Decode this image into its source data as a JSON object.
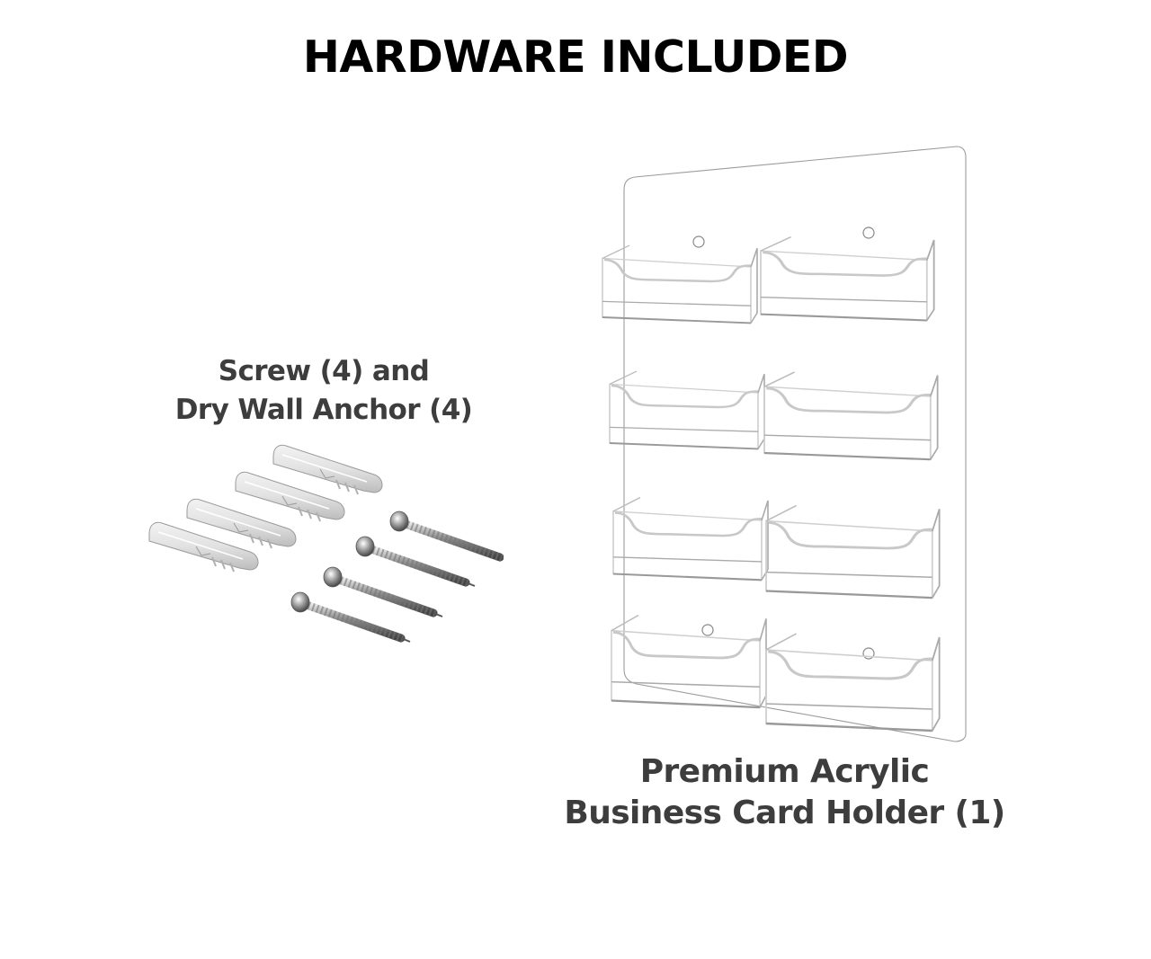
{
  "header": {
    "title": "HARDWARE INCLUDED"
  },
  "hardware": {
    "caption_line1": "Screw (4) and",
    "caption_line2": "Dry Wall Anchor (4)",
    "items": [
      {
        "type": "drywall-anchor",
        "count": 4
      },
      {
        "type": "screw",
        "count": 4
      }
    ]
  },
  "product": {
    "caption_line1": "Premium Acrylic",
    "caption_line2": "Business Card Holder (1)",
    "pockets": {
      "rows": 4,
      "columns": 2
    },
    "mounting_holes": 4
  },
  "colors": {
    "title": "#000000",
    "caption": "#3d3d3d",
    "background": "#ffffff"
  }
}
